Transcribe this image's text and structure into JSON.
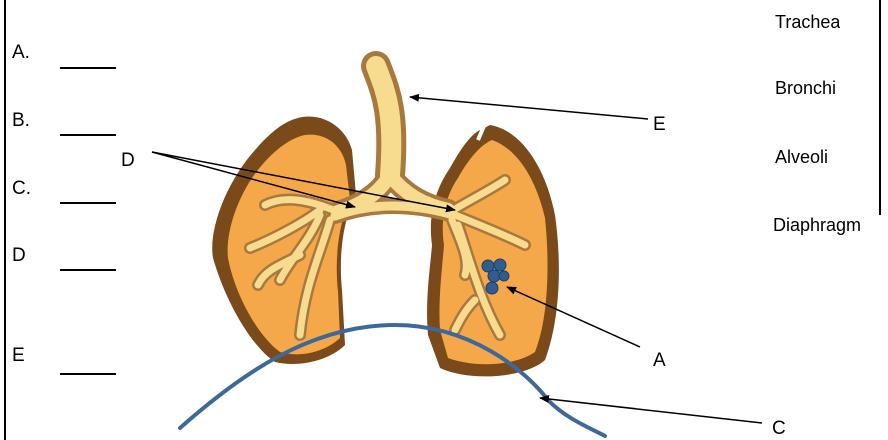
{
  "blanks": [
    {
      "label": "A."
    },
    {
      "label": "B."
    },
    {
      "label": "C."
    },
    {
      "label": "D"
    },
    {
      "label": "E"
    }
  ],
  "word_bank": [
    "Trachea",
    "Bronchi",
    "Alveoli",
    "Diaphragm"
  ],
  "diagram_labels": {
    "d": "D",
    "e": "E",
    "a": "A",
    "c": "C"
  },
  "colors": {
    "line": "#000000",
    "lung-edge": "#7a4a1a",
    "lung-fill": "#f5a84a",
    "airway-fill": "#f7db8e",
    "airway-edge": "#a8793f",
    "diaphragm": "#3e6898",
    "alveoli": "#2f5d8f"
  }
}
